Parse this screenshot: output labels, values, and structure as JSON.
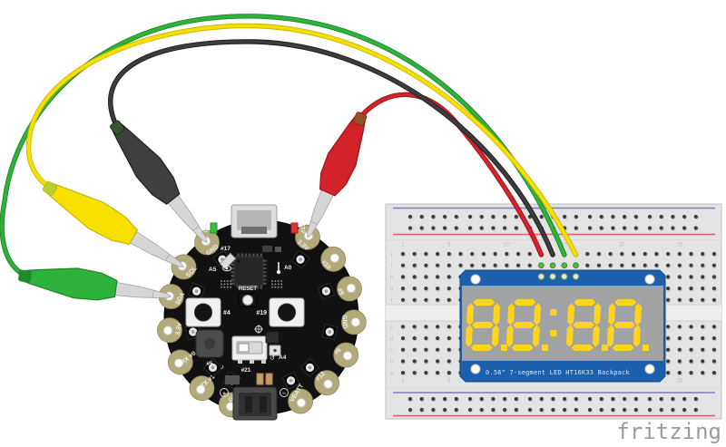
{
  "scene": {
    "background": "#ffffff",
    "watermark": "fritzing"
  },
  "breadboard": {
    "body_color": "#e3e3e3",
    "rail_blue": "#7a7ac8",
    "rail_red": "#e06060",
    "hole_color": "#3c3c3c",
    "connected_hole_color": "#58b44a",
    "column_numbers": [
      "1",
      "5",
      "10",
      "15",
      "20",
      "25"
    ],
    "row_letters": [
      "j",
      "i",
      "h",
      "g",
      "f",
      "e",
      "d",
      "c",
      "b",
      "a"
    ]
  },
  "display": {
    "label": "0.56\" 7-segment LED HT16K33 Backpack",
    "value": "88:88",
    "board_color": "#1c60ac",
    "face_color": "#a0a2a4",
    "digit_color": "#ffd41f",
    "pin_count": 4
  },
  "controller": {
    "board_color": "#111111",
    "pad_color": "#b3aa7a",
    "pads_left": [
      "GND",
      "SCL",
      "SDA",
      "3.3V",
      "RX #0",
      "TX #1",
      "GND"
    ],
    "pads_right": [
      "3.3V",
      "#10",
      "#9",
      "GND",
      "#6",
      "#12",
      "VBATT"
    ],
    "labels": {
      "power_led": "ON",
      "d13_led": "#13",
      "pin17": "#17",
      "a5": "A5",
      "a0": "A0",
      "reset": "RESET",
      "button_left": "#4",
      "button_right": "#19",
      "speaker": "#5",
      "music_note": "♪",
      "slide_switch": "#21",
      "a4": "A4",
      "plus": "+",
      "minus": "−"
    }
  },
  "wires": [
    {
      "name": "red-wire",
      "color": "#d2232b",
      "edge": "#9e1418",
      "from": "3.3V",
      "to": "breadboard"
    },
    {
      "name": "black-wire",
      "color": "#3d3d3d",
      "edge": "#1a1a1a",
      "from": "GND",
      "to": "breadboard"
    },
    {
      "name": "green-wire",
      "color": "#2fb23b",
      "edge": "#1d8427",
      "from": "SDA",
      "to": "breadboard"
    },
    {
      "name": "yellow-wire",
      "color": "#f7e000",
      "edge": "#c9b400",
      "from": "SCL",
      "to": "breadboard"
    }
  ],
  "clips": [
    {
      "name": "black-clip",
      "color": "#3f3f3f",
      "edge": "#1f1f1f",
      "cap": "#35542f"
    },
    {
      "name": "yellow-clip",
      "color": "#f7e000",
      "edge": "#c9b400",
      "cap": "#b7cf2e"
    },
    {
      "name": "green-clip",
      "color": "#2fb23b",
      "edge": "#1d8427",
      "cap": "#208b2c"
    },
    {
      "name": "red-clip",
      "color": "#d2232b",
      "edge": "#9e1418",
      "cap": "#93512a"
    }
  ]
}
